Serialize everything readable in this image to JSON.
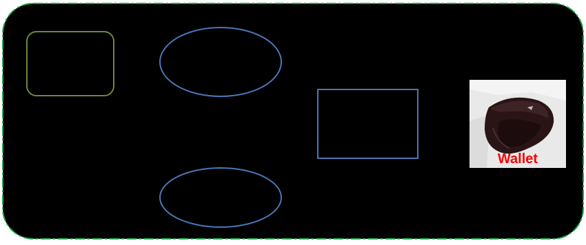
{
  "diagram": {
    "background_color": "#000000",
    "border_color": "#1fa64a",
    "shapes": [
      {
        "kind": "rounded-rectangle",
        "color": "#6f8a3a"
      },
      {
        "kind": "ellipse",
        "color": "#4a78b8"
      },
      {
        "kind": "rectangle",
        "color": "#4a78b8"
      },
      {
        "kind": "ellipse",
        "color": "#4a78b8"
      }
    ],
    "item_card": {
      "caption": "Wallet",
      "caption_color": "#ff0000",
      "icon": "wallet-icon"
    }
  }
}
